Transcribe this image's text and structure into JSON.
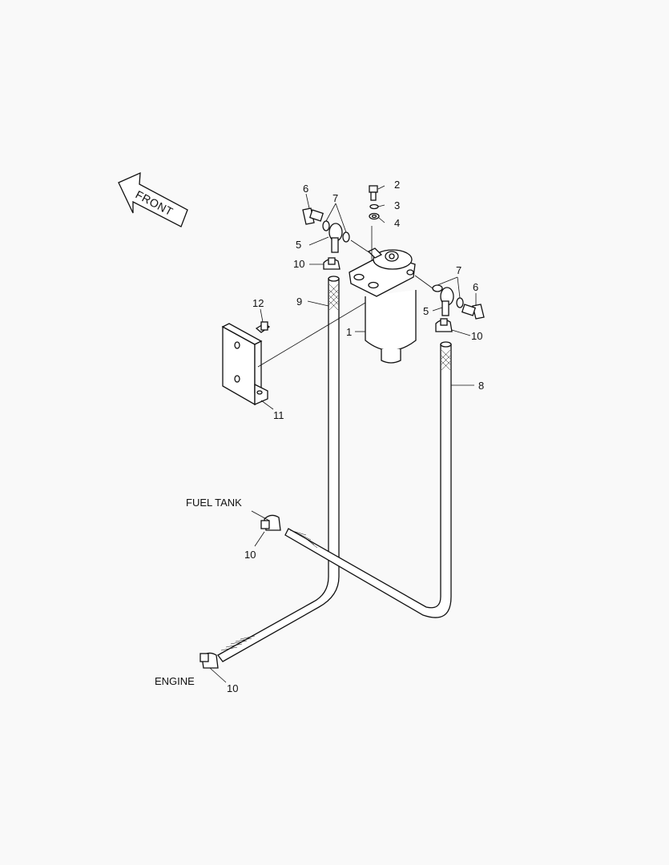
{
  "front_arrow": {
    "label": "FRONT"
  },
  "callouts": {
    "p1": "1",
    "p2": "2",
    "p3": "3",
    "p4": "4",
    "p5a": "5",
    "p5b": "5",
    "p6a": "6",
    "p6b": "6",
    "p7a": "7",
    "p7b": "7",
    "p8": "8",
    "p9": "9",
    "p10a": "10",
    "p10b": "10",
    "p10c": "10",
    "p10d": "10",
    "p11": "11",
    "p12": "12"
  },
  "destinations": {
    "fuel_tank": "FUEL TANK",
    "engine": "ENGINE"
  }
}
